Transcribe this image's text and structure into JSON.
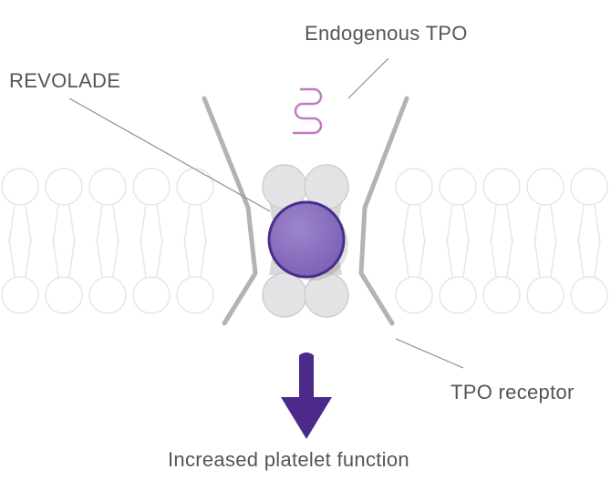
{
  "labels": {
    "endogenous_tpo": "Endogenous TPO",
    "drug": "REVOLADE",
    "receptor": "TPO receptor",
    "outcome": "Increased platelet function"
  },
  "colors": {
    "membrane": "#e6e6e6",
    "receptor": "#b3b3b6",
    "receptor_head": "#e3e3e5",
    "drug_fill": "#8a6fc0",
    "drug_stroke": "#4a2d8c",
    "tpo_ligand": "#c07ac4",
    "arrow": "#4b2a8a",
    "leader_line": "#8f8f8f",
    "text": "#555555"
  }
}
